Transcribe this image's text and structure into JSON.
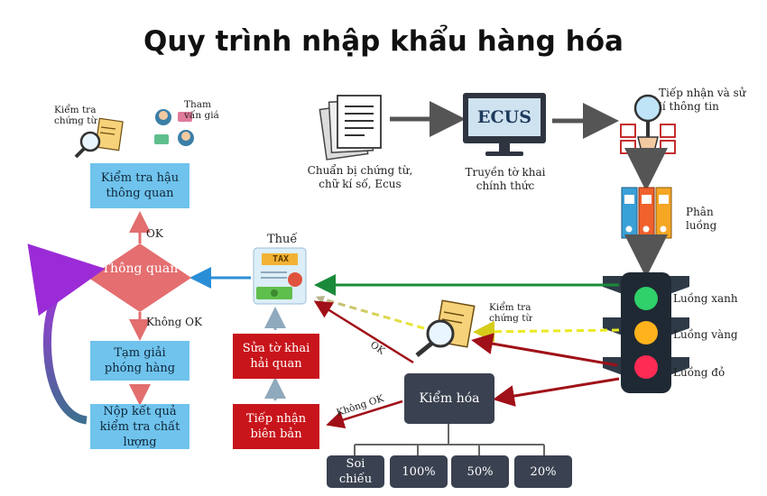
{
  "title": "Quy trình nhập khẩu hàng hóa",
  "labels": {
    "chuan_bi": "Chuẩn bị chứng từ, chữ kí số, Ecus",
    "ecus": "ECUS",
    "truyen_to_khai": "Truyền tờ khai chính thức",
    "tiep_nhan_xu_li": "Tiếp nhận và sử lí thông tin",
    "phan_luong": "Phân luồng",
    "luong_xanh": "Luồng xanh",
    "luong_vang": "Luồng vàng",
    "luong_do": "Luồng đỏ",
    "kiem_tra_chung_tu_top": "Kiểm tra chứng từ",
    "tham_van_gia": "Tham vấn giá",
    "kiem_tra_hau_thong_quan": "Kiểm tra hậu thông quan",
    "ok_top": "OK",
    "thong_quan": "Thông quan",
    "khong_ok_left": "Không OK",
    "tam_giai_phong": "Tạm giải phóng hàng",
    "nop_ket_qua": "Nộp kết quả kiểm tra chất lượng",
    "thue": "Thuế",
    "tax": "TAX",
    "sua_to_khai": "Sửa tờ khai hải quan",
    "tiep_nhan_bien_ban": "Tiếp nhận biên bản",
    "kiem_tra_chung_tu_mid": "Kiểm tra chứng từ",
    "ok_mid": "OK",
    "khong_ok_mid": "Không OK",
    "kiem_hoa": "Kiểm hóa",
    "soi_chieu": "Soi chiếu",
    "p100": "100%",
    "p50": "50%",
    "p20": "20%"
  },
  "colors": {
    "blue_box": "#6fc3ec",
    "red_box": "#c8151b",
    "dark_box": "#3a4150",
    "light_green": "#2fd16a",
    "light_yellow": "#ffb21c",
    "light_red": "#ff2b55"
  }
}
